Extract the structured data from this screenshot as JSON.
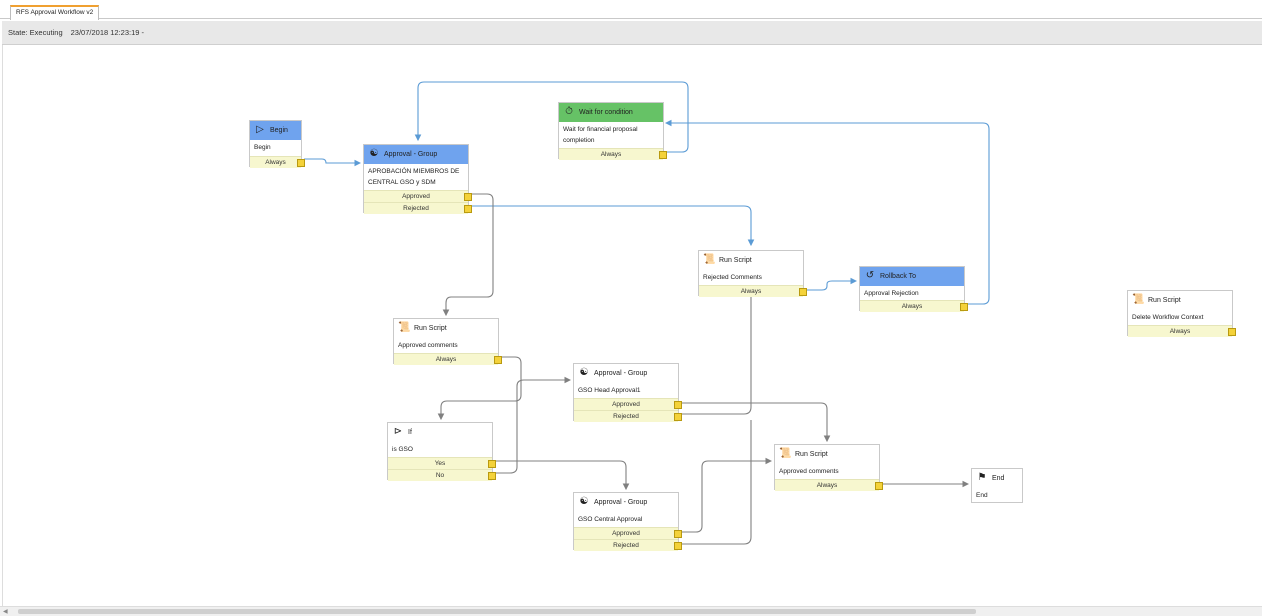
{
  "tab": {
    "label": "RFS Approval Workflow v2"
  },
  "state": {
    "label": "State: Executing",
    "timestamp": "23/07/2018 12:23:19 -"
  },
  "nodes": {
    "begin": {
      "title": "Begin",
      "text": "Begin",
      "outputs": [
        "Always"
      ]
    },
    "approval_group_1": {
      "title": "Approval - Group",
      "text": "APROBACIÓN MIEMBROS DE CENTRAL GSO y SDM",
      "outputs": [
        "Approved",
        "Rejected"
      ]
    },
    "wait": {
      "title": "Wait for condition",
      "text": "Wait for financial proposal completion",
      "outputs": [
        "Always"
      ]
    },
    "run_script_rejected": {
      "title": "Run Script",
      "text": "Rejected Comments",
      "outputs": [
        "Always"
      ]
    },
    "rollback": {
      "title": "Rollback To",
      "text": "Approval Rejection",
      "outputs": [
        "Always"
      ]
    },
    "run_script_delete": {
      "title": "Run Script",
      "text": "Delete Workflow Context",
      "outputs": [
        "Always"
      ]
    },
    "run_script_approved_1": {
      "title": "Run Script",
      "text": "Approved comments",
      "outputs": [
        "Always"
      ]
    },
    "approval_group_head": {
      "title": "Approval - Group",
      "text": "GSO Head Approval1",
      "outputs": [
        "Approved",
        "Rejected"
      ]
    },
    "if_node": {
      "title": "If",
      "text": "is GSO",
      "outputs": [
        "Yes",
        "No"
      ]
    },
    "run_script_approved_2": {
      "title": "Run Script",
      "text": "Approved comments",
      "outputs": [
        "Always"
      ]
    },
    "end": {
      "title": "End",
      "text": "End"
    },
    "approval_group_central": {
      "title": "Approval - Group",
      "text": "GSO Central Approval",
      "outputs": [
        "Approved",
        "Rejected"
      ]
    }
  },
  "colors": {
    "start_header": "#6fa3ee",
    "wait_header": "#66c266",
    "output_bg": "#f7f7cf",
    "port": "#f4d23a",
    "wire_blue": "#5b9bd5",
    "wire_gray": "#808080"
  }
}
